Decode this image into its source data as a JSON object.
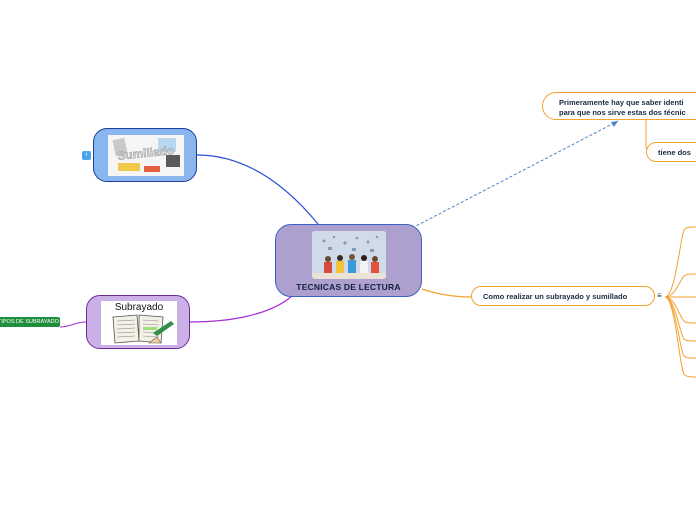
{
  "central": {
    "title": "TECNICAS DE LECTURA",
    "image": "students-studying-image"
  },
  "branches": {
    "sumillado": {
      "label": "Sumillado",
      "image": "sumillado-image",
      "icon": "info-icon",
      "icon_text": "i"
    },
    "subrayado": {
      "label": "Subrayado",
      "image": "book-highlighting-image",
      "tag": "TIPOS DE SUBRAYADO"
    },
    "primeramente": {
      "text_line1": "Primeramente hay que saber identi",
      "text_line2": "para que nos sirve estas dos técnic"
    },
    "tiene_dos": {
      "text": "tiene dos"
    },
    "como": {
      "text": "Como realizar un subrayado y  sumillado",
      "icon": "list-icon",
      "icon_text": "≡"
    }
  },
  "colors": {
    "central_fill": "#ad9fce",
    "sumillado_fill": "#89b6ee",
    "subrayado_fill": "#cbb0e8",
    "orange_branch": "#f2a233",
    "blue_branch": "#2a4fd6",
    "purple_branch": "#a52fd6",
    "dashed_link": "#4a86c8",
    "tag_green": "#1f8f3d"
  }
}
